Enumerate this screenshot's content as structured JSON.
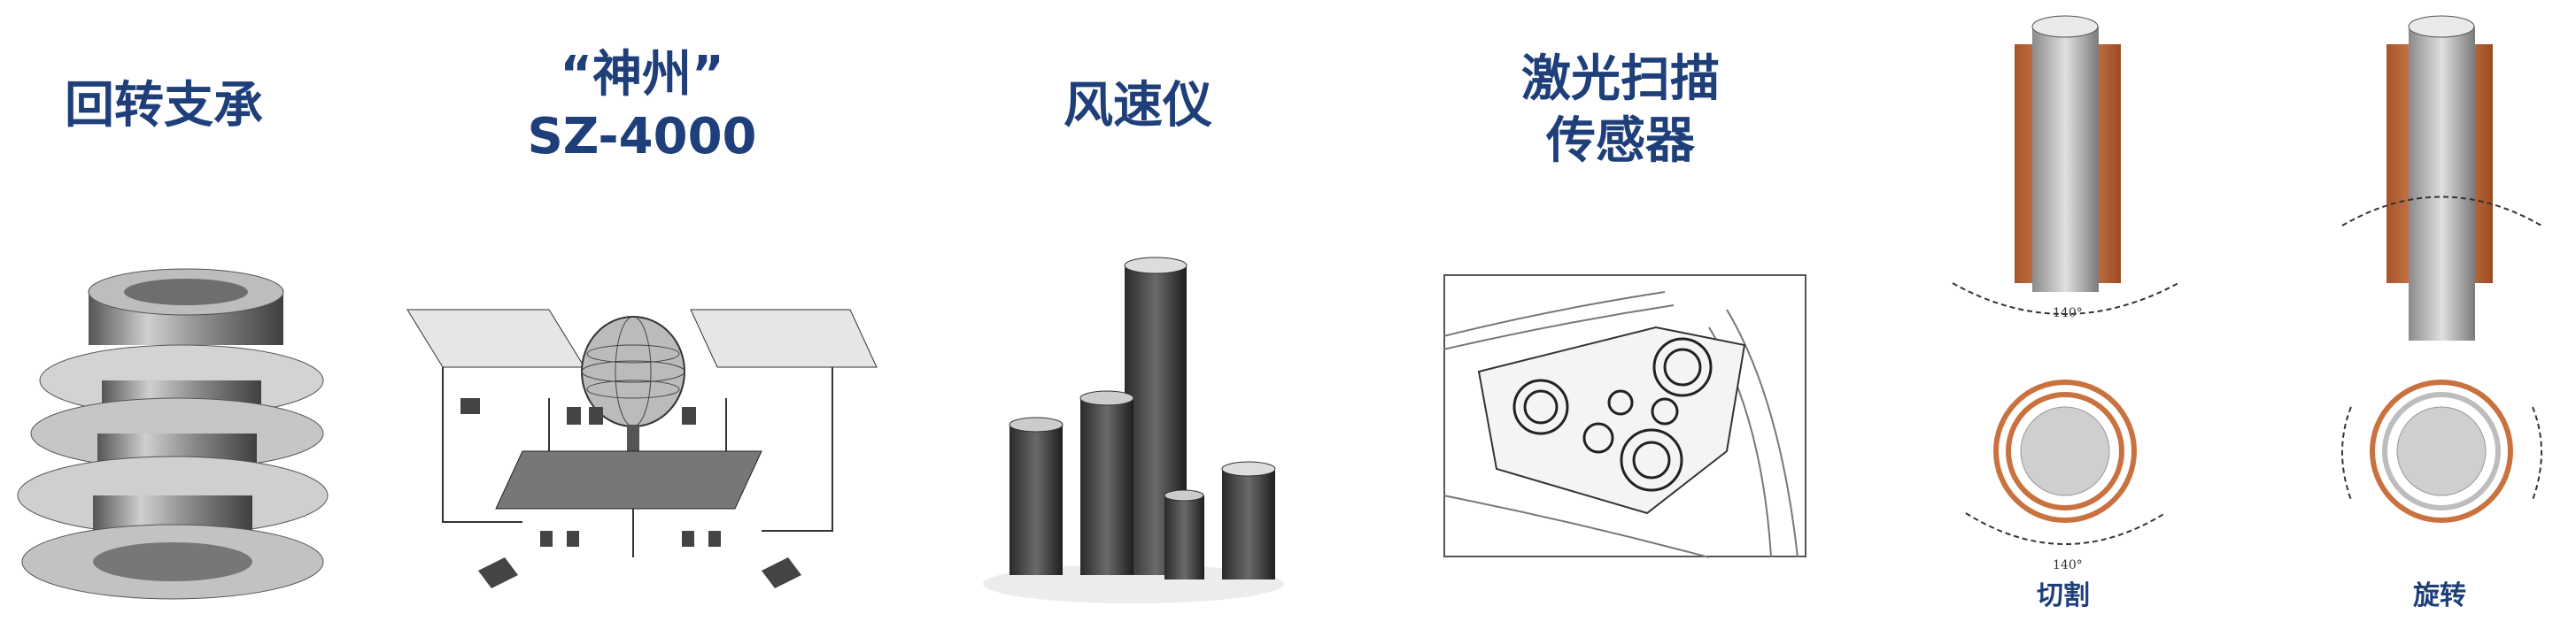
{
  "panels": [
    {
      "id": "slewing-bearing",
      "title_lines": [
        "回转支承"
      ]
    },
    {
      "id": "shenzhou",
      "title_lines": [
        "“神州”",
        "SZ-4000"
      ]
    },
    {
      "id": "anemometer",
      "title_lines": [
        "风速仪"
      ]
    },
    {
      "id": "laser-scan",
      "title_lines": [
        "激光扫描",
        "传感器"
      ]
    },
    {
      "id": "cut",
      "caption": "切割"
    },
    {
      "id": "rotate",
      "caption": "旋转"
    }
  ],
  "angle_labels": {
    "top": "140°",
    "bottom": "140°"
  },
  "colors": {
    "title": "#1f3f7a",
    "copper": "#c9713f"
  }
}
